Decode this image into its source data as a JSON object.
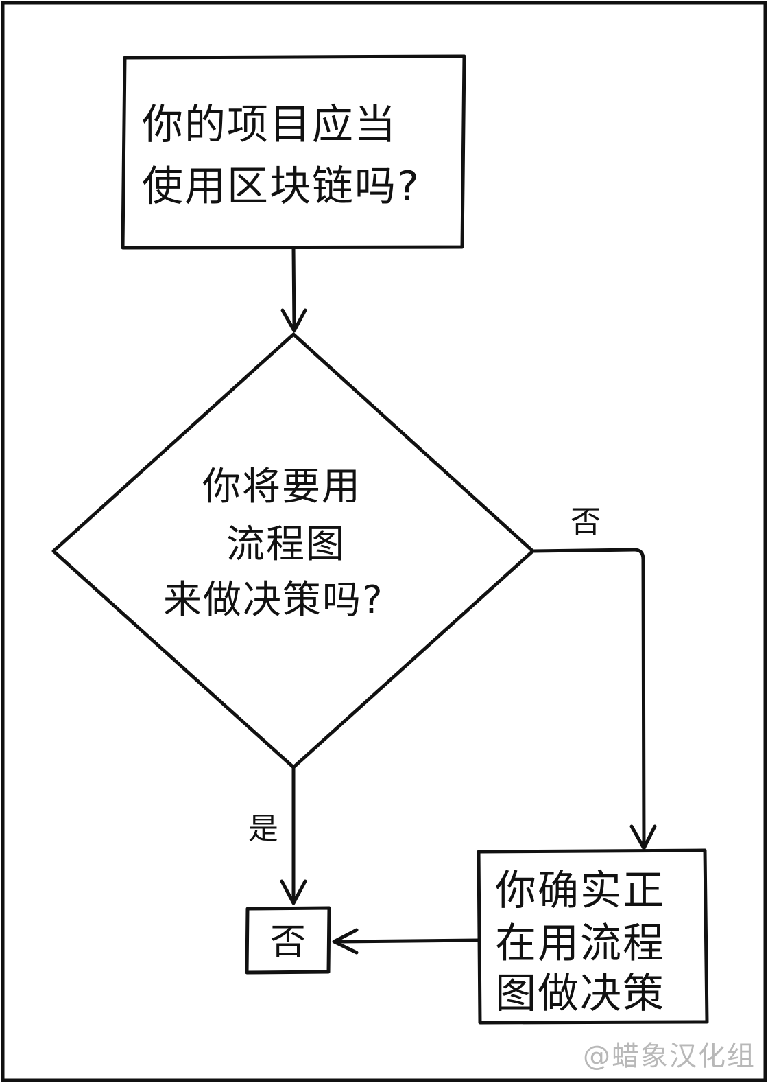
{
  "start_box": {
    "line1": "你的项目应当",
    "line2": "使用区块链吗?"
  },
  "decision": {
    "line1": "你将要用",
    "line2": "流程图",
    "line3": "来做决策吗?"
  },
  "edge_labels": {
    "no": "否",
    "yes": "是"
  },
  "result_box": {
    "label": "否"
  },
  "side_box": {
    "line1": "你确实正",
    "line2": "在用流程",
    "line3": "图做决策"
  },
  "credit": "@蜡象汉化组",
  "colors": {
    "ink": "#111111",
    "background": "#ffffff",
    "credit": "#b8b8b8"
  }
}
